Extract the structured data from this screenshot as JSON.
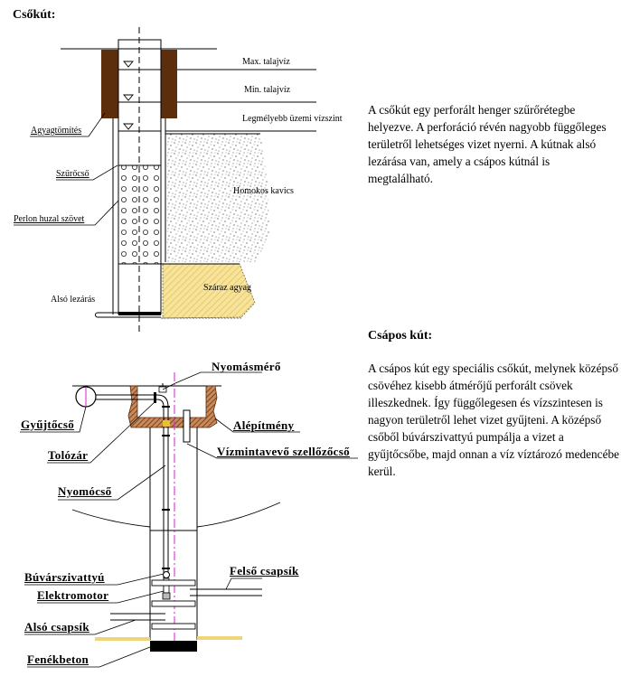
{
  "section1": {
    "title": "Csőkút:",
    "description": "A csőkút egy perforált henger szűrőrétegbe helyezve. A perforáció révén nagyobb függőleges területről lehetséges vizet nyerni. A kútnak alsó lezárása van, amely a csápos kútnál is megtalálható.",
    "diagram_labels": {
      "max_water": "Max. talajvíz",
      "min_water": "Min. talajvíz",
      "lowest_level": "Legmélyebb üzemi vízszint",
      "clay_seal": "Agyagtömítés",
      "filter_pipe": "Szűrőcső",
      "perlon_mesh": "Perlon huzal szövet",
      "sandy_gravel": "Homokos kavics",
      "clay_layer": "Száraz agyag",
      "bottom_seal": "Alsó lezárás"
    }
  },
  "section2": {
    "title": "Csápos kút:",
    "description": "A csápos kút egy speciális csőkút, melynek középső csövéhez kisebb átmérőjű perforált csövek illeszkednek. Így függőlegesen és vízszintesen is nagyon területről lehet vizet gyűjteni. A középső csőből búvárszivattyú pumpálja a vizet a gyűjtőcsőbe, majd onnan a víz víztározó medencébe kerül.",
    "diagram_labels": {
      "pressure_gauge": "Nyomásmérő",
      "collector_pipe": "Gyűjtőcső",
      "substructure": "Alépítmény",
      "valve": "Tolózár",
      "sampling_vent": "Vízmintavevő szellőzőcső",
      "pressure_pipe": "Nyomócső",
      "submersible_pump": "Búvárszivattyú",
      "upper_arm_plane": "Felső csapsík",
      "electric_motor": "Elektromotor",
      "lower_arm_plane": "Alsó csapsík",
      "base_concrete": "Fenékbeton"
    }
  },
  "colors": {
    "clay_brown": "#5c2e0c",
    "hatch_brown": "#8b4a22",
    "sand_yellow": "#f3dc8a",
    "axis_magenta": "#d020d0"
  }
}
